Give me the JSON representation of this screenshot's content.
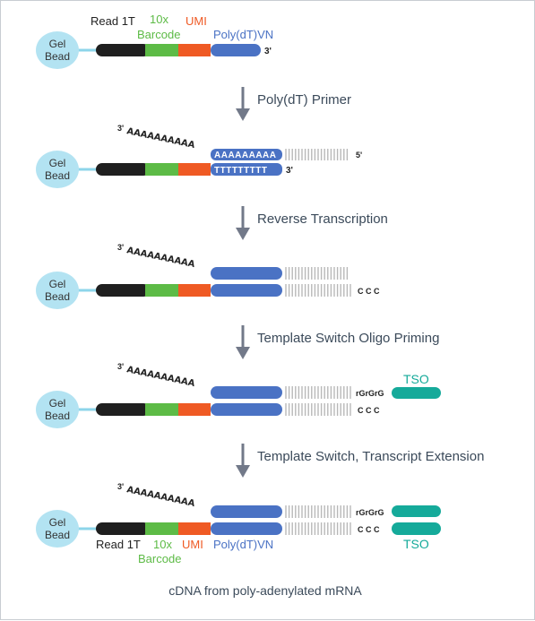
{
  "colors": {
    "bead": "#b3e3f2",
    "tether": "#8dd5ea",
    "read1": "#1f1f1f",
    "barcode": "#5dbb46",
    "umi": "#ef5a24",
    "polydt": "#4a72c4",
    "tso": "#15aa9a",
    "arrow": "#727989",
    "dash": "#b8b8b8"
  },
  "labels": {
    "bead_line1": "Gel",
    "bead_line2": "Bead",
    "read1": "Read 1T",
    "tenx": "10x",
    "barcode": "Barcode",
    "umi": "UMI",
    "polydt": "Poly(dT)VN",
    "tso": "TSO",
    "three_prime": "3'",
    "five_prime": "5'",
    "three_prime_mrna": "3'",
    "poly_a_tail": "AAAAAAAAAA",
    "primer_a": "AAAAAAAAA",
    "primer_t": "TTTTTTTTT",
    "ccc": "C C C",
    "rgrgrg": "rGrGrG"
  },
  "steps": [
    "Poly(dT) Primer",
    "Reverse Transcription",
    "Template Switch Oligo Priming",
    "Template Switch, Transcript Extension"
  ],
  "caption": "cDNA from poly-adenylated mRNA"
}
